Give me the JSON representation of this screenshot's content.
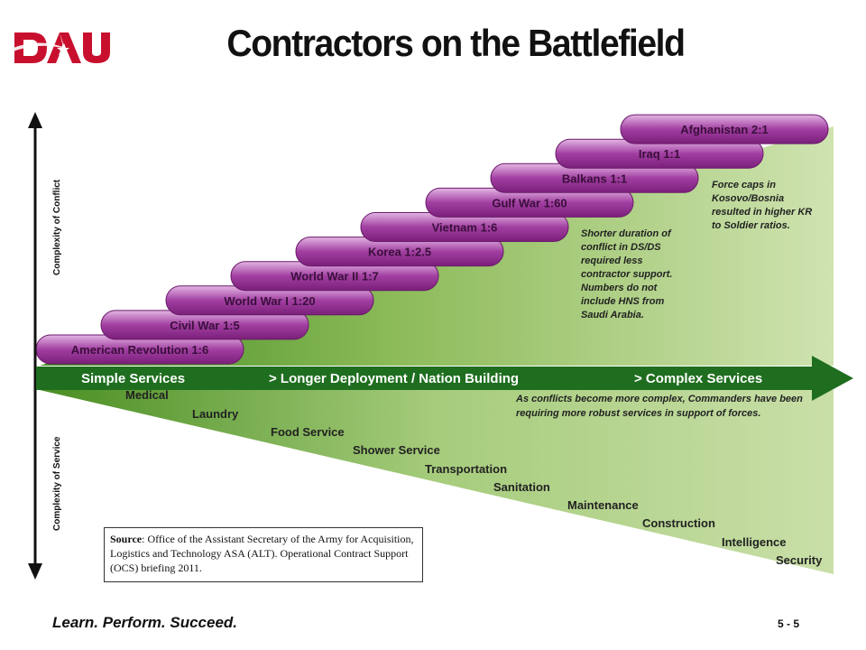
{
  "header": {
    "logo_text": "DAU",
    "title": "Contractors on the Battlefield"
  },
  "axes": {
    "upper_label": "Complexity of Conflict",
    "lower_label": "Complexity of Service"
  },
  "eras": [
    {
      "name": "American Revolution",
      "ratio": "1:6"
    },
    {
      "name": "Civil War",
      "ratio": "1:5"
    },
    {
      "name": "World War I",
      "ratio": "1:20"
    },
    {
      "name": "World War II",
      "ratio": "1:7"
    },
    {
      "name": "Korea",
      "ratio": "1:2.5"
    },
    {
      "name": "Vietnam",
      "ratio": "1:6"
    },
    {
      "name": "Gulf War",
      "ratio": "1:60"
    },
    {
      "name": "Balkans",
      "ratio": "1:1"
    },
    {
      "name": "Iraq",
      "ratio": "1:1"
    },
    {
      "name": "Afghanistan",
      "ratio": "2:1"
    }
  ],
  "arrow": {
    "simple": "Simple Services",
    "middle": "> Longer Deployment / Nation Building",
    "complex": "> Complex Services"
  },
  "services": [
    "Medical",
    "Laundry",
    "Food Service",
    "Shower Service",
    "Transportation",
    "Sanitation",
    "Maintenance",
    "Construction",
    "Intelligence",
    "Security"
  ],
  "notes": {
    "gulf": [
      "Shorter duration of",
      "conflict in DS/DS",
      "required less",
      "contractor support.",
      "Numbers do not",
      "include HNS from",
      "Saudi Arabia."
    ],
    "balkans": [
      "Force caps in",
      "Kosovo/Bosnia",
      "resulted in higher KR",
      "to Soldier ratios."
    ],
    "complex": [
      "As conflicts become more complex, Commanders have been",
      "requiring more robust services in support of forces."
    ]
  },
  "source": {
    "label": "Source",
    "text": ": Office of the Assistant Secretary of the Army for Acquisition, Logistics and Technology ASA (ALT). Operational Contract Support (OCS) briefing 2011."
  },
  "footer": {
    "tagline": "Learn. Perform. Succeed.",
    "page": "5 - 5"
  },
  "colors": {
    "brand_red": "#c8102e",
    "pill_purple": "#8e2a8e",
    "arrow_green": "#1f6e1f",
    "fill_green": "#5a9a2a",
    "fill_light": "#cfe3b0"
  }
}
